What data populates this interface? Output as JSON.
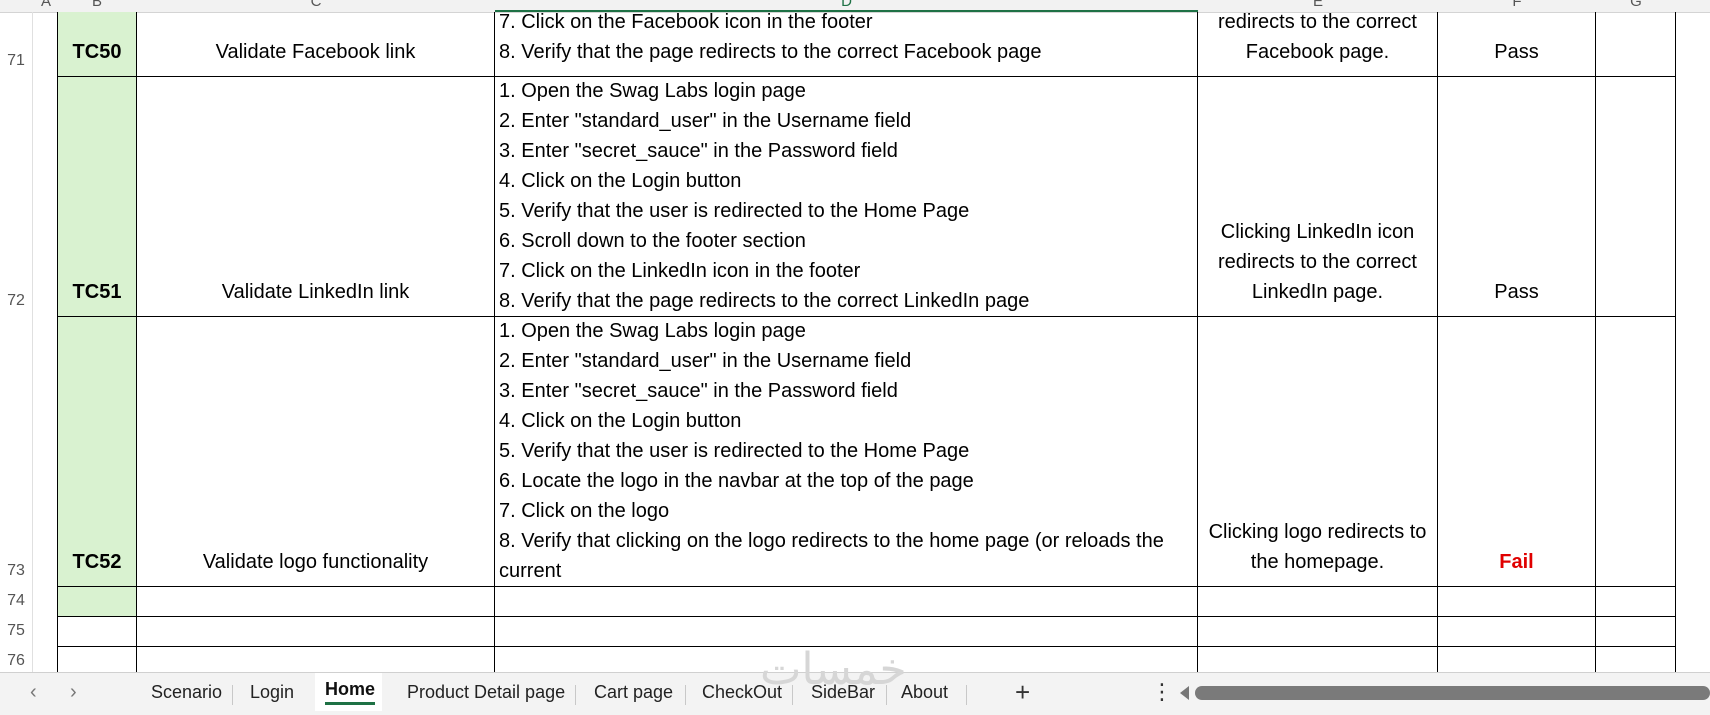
{
  "column_headers": [
    "A",
    "B",
    "C",
    "D",
    "E",
    "F",
    "G"
  ],
  "rows": [
    {
      "row_number": "71",
      "id": "TC50",
      "scenario": "Validate Facebook link",
      "steps": [
        "7. Click on the Facebook icon in the footer",
        "8. Verify that the page redirects to the correct Facebook page"
      ],
      "expected": [
        "redirects to the correct",
        "Facebook page."
      ],
      "status": "Pass"
    },
    {
      "row_number": "72",
      "id": "TC51",
      "scenario": "Validate LinkedIn link",
      "steps": [
        "1. Open the Swag Labs login page",
        "2. Enter \"standard_user\" in the Username field",
        "3. Enter \"secret_sauce\" in the Password field",
        "4. Click on the Login button",
        "5. Verify that the user is redirected to the Home Page",
        "6. Scroll down to the footer section",
        "7. Click on the LinkedIn icon in the footer",
        "8. Verify that the page redirects to the correct LinkedIn page"
      ],
      "expected": [
        "Clicking LinkedIn icon",
        "redirects to the correct",
        "LinkedIn page."
      ],
      "status": "Pass"
    },
    {
      "row_number": "73",
      "id": "TC52",
      "scenario": "Validate logo functionality",
      "steps": [
        "1. Open the Swag Labs login page",
        "2. Enter \"standard_user\" in the Username field",
        "3. Enter \"secret_sauce\" in the Password field",
        "4. Click on the Login button",
        "5. Verify that the user is redirected to the Home Page",
        "6. Locate the logo in the navbar at the top of the page",
        "7. Click on the logo",
        "8. Verify that clicking on the logo redirects to the home page (or reloads the",
        "current"
      ],
      "expected": [
        "Clicking logo redirects to",
        "the homepage."
      ],
      "status": "Fail"
    }
  ],
  "empty_rows": [
    "74",
    "75",
    "76"
  ],
  "sheet_tabs": [
    "Scenario",
    "Login",
    "Home",
    "Product Detail page",
    "Cart page",
    "CheckOut",
    "SideBar",
    "About"
  ],
  "active_tab": "Home",
  "watermark": "خمسات",
  "colors": {
    "id_fill": "#d9f2d0",
    "fail_text": "#e00000",
    "accent": "#1e7145"
  },
  "icons": [
    "chevron-left-icon",
    "chevron-right-icon",
    "plus-icon",
    "more-vertical-icon",
    "scroll-left-icon"
  ]
}
